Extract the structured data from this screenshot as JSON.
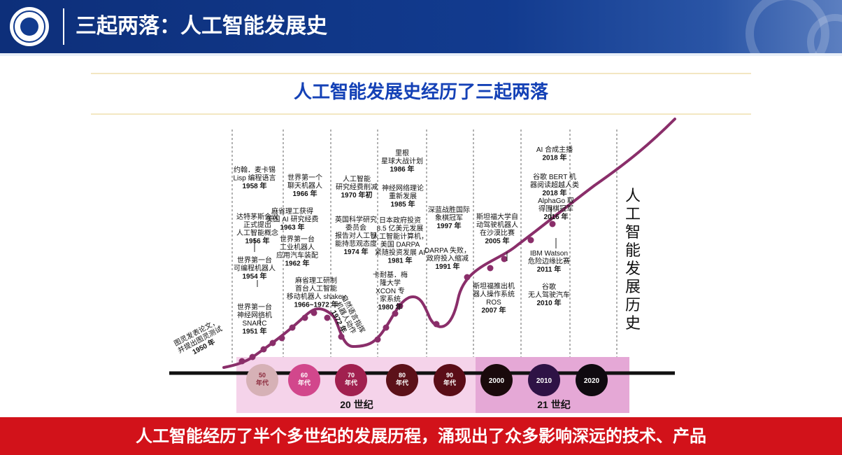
{
  "header": {
    "title": "三起两落：人工智能发展史"
  },
  "subtitle": "人工智能发展史经历了三起两落",
  "footer": {
    "text": "人工智能经历了半个多世纪的发展历程，涌现出了众多影响深远的技术、产品"
  },
  "diagram": {
    "vertical_title": [
      "人",
      "工",
      "智",
      "能",
      "发",
      "展",
      "历",
      "史"
    ],
    "centuries": [
      "20 世纪",
      "21 世纪"
    ],
    "eras": [
      {
        "label": [
          "50",
          "年代"
        ],
        "color": "#d6b1b6",
        "text_color": "#8b2a3c"
      },
      {
        "label": [
          "60",
          "年代"
        ],
        "color": "#d2478c",
        "text_color": "#ffffff"
      },
      {
        "label": [
          "70",
          "年代"
        ],
        "color": "#a1204f",
        "text_color": "#ffffff"
      },
      {
        "label": [
          "80",
          "年代"
        ],
        "color": "#5c1119",
        "text_color": "#ffffff"
      },
      {
        "label": [
          "90",
          "年代"
        ],
        "color": "#5a0d17",
        "text_color": "#ffffff"
      },
      {
        "label": [
          "2000"
        ],
        "color": "#1a0a0c",
        "text_color": "#ffffff"
      },
      {
        "label": [
          "2010"
        ],
        "color": "#2e1245",
        "text_color": "#ffffff"
      },
      {
        "label": [
          "2020"
        ],
        "color": "#0f0a10",
        "text_color": "#ffffff"
      }
    ],
    "events": [
      {
        "lines": [
          "图灵发表论文，",
          "并提出图灵测试",
          "1950 年"
        ]
      },
      {
        "lines": [
          "世界第一台",
          "神经网络机",
          "SNARC",
          "1951 年"
        ]
      },
      {
        "lines": [
          "世界第一台",
          "可编程机器人",
          "1954 年"
        ]
      },
      {
        "lines": [
          "达特茅斯会议",
          "正式提出",
          "人工智能概念",
          "1956 年"
        ]
      },
      {
        "lines": [
          "约翰．麦卡锡",
          "Lisp 编程语言",
          "1958 年"
        ]
      },
      {
        "lines": [
          "世界第一个",
          "聊天机器人",
          "1966 年"
        ]
      },
      {
        "lines": [
          "麻省理工获得",
          "美国 AI 研究经费",
          "1963 年"
        ]
      },
      {
        "lines": [
          "世界第一台",
          "工业机器人",
          "应用汽车装配",
          "1962 年"
        ]
      },
      {
        "lines": [
          "麻省理工研制",
          "首台人工智能",
          "移动机器人 shakey",
          "1966~1972 年"
        ]
      },
      {
        "lines": [
          "人工智能",
          "研究经费削减",
          "1970 年初"
        ]
      },
      {
        "lines": [
          "英国科学研究",
          "委员会",
          "报告对人工智",
          "能持悲观态度",
          "1974 年"
        ]
      },
      {
        "lines": [
          "自然语言指挥",
          "机器人动作",
          "1972 年"
        ]
      },
      {
        "lines": [
          "里根",
          "星球大战计划",
          "1986 年"
        ]
      },
      {
        "lines": [
          "神经网络理论",
          "重新发展",
          "1985 年"
        ]
      },
      {
        "lines": [
          "日本政府投资",
          "8.5 亿美元发展",
          "人工智能计算机，",
          "美国 DARPA",
          "紧随投资发展 AI",
          "1981 年"
        ]
      },
      {
        "lines": [
          "卡耐基．梅",
          "隆大学",
          "XCON 专",
          "家系统",
          "1980 年"
        ]
      },
      {
        "lines": [
          "深蓝战胜国际",
          "象棋冠军",
          "1997 年"
        ]
      },
      {
        "lines": [
          "DARPA 失败，",
          "政府投入缩减",
          "1991 年"
        ]
      },
      {
        "lines": [
          "斯坦福大学自",
          "动驾驶机器人",
          "在沙漠比赛",
          "2005 年"
        ]
      },
      {
        "lines": [
          "斯坦福推出机",
          "器人操作系统",
          "ROS",
          "2007 年"
        ]
      },
      {
        "lines": [
          "AI 合成主播",
          "2018 年"
        ]
      },
      {
        "lines": [
          "谷歌 BERT 机",
          "器阅读超越人类",
          "2018 年"
        ]
      },
      {
        "lines": [
          "AlphaGo 取",
          "得围棋冠军",
          "2016 年"
        ]
      },
      {
        "lines": [
          "IBM Watson",
          "危险边缘比赛",
          "2011 年"
        ]
      },
      {
        "lines": [
          "谷歌",
          "无人驾驶汽车",
          "2010 年"
        ]
      }
    ]
  },
  "colors": {
    "header_blue": "#123b8f",
    "subtitle_blue": "#1441b6",
    "footer_red": "#d2121a",
    "curve": "#8a2e6a",
    "dot": "#8a2e6a",
    "band": "#f2cde6"
  }
}
